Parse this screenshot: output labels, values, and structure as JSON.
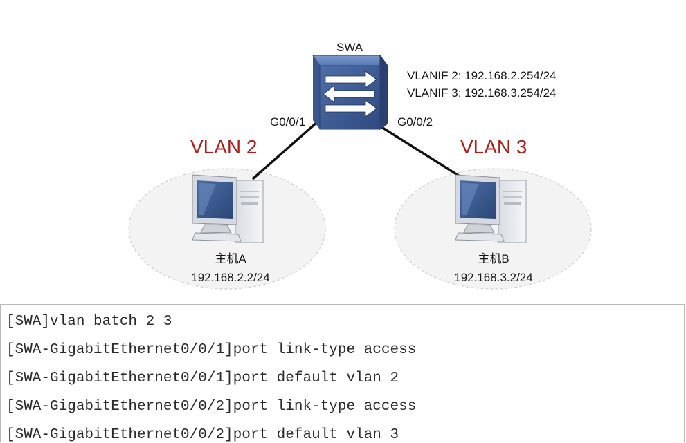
{
  "diagram": {
    "switch": {
      "name": "SWA",
      "icon": "switch-icon"
    },
    "vlanif": [
      "VLANIF 2: 192.168.2.254/24",
      "VLANIF 3: 192.168.3.254/24"
    ],
    "ports": {
      "left": "G0/0/1",
      "right": "G0/0/2"
    },
    "vlans": {
      "left": "VLAN 2",
      "right": "VLAN 3"
    },
    "hosts": [
      {
        "name": "主机A",
        "ip": "192.168.2.2/24",
        "icon": "pc-icon"
      },
      {
        "name": "主机B",
        "ip": "192.168.3.2/24",
        "icon": "pc-icon"
      }
    ],
    "colors": {
      "vlan_label": "#a8201a",
      "switch_body": "#3d5a93",
      "link": "#101010"
    }
  },
  "cli": {
    "lines": [
      "[SWA]vlan batch 2 3",
      "[SWA-GigabitEthernet0/0/1]port link-type access",
      "[SWA-GigabitEthernet0/0/1]port default vlan 2",
      "[SWA-GigabitEthernet0/0/2]port link-type access",
      "[SWA-GigabitEthernet0/0/2]port default vlan 3"
    ]
  }
}
